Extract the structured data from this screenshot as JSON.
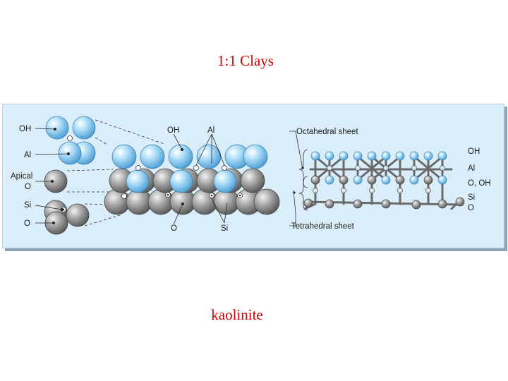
{
  "slide": {
    "title": "1:1 Clays",
    "caption": "kaolinite"
  },
  "legend": {
    "oh": "OH",
    "al": "Al",
    "apical_line1": "Apical",
    "apical_line2": "O",
    "si": "Si",
    "o": "O"
  },
  "middle": {
    "oh": "OH",
    "al": "Al",
    "o": "O",
    "si": "Si"
  },
  "right": {
    "octahedral_sheet": "Octahedral sheet",
    "tetrahedral_sheet": "Tetrahedral sheet",
    "oh": "OH",
    "al": "Al",
    "o_oh": "O, OH",
    "si": "Si",
    "o": "O"
  },
  "colors": {
    "title": "#cc0000",
    "panel": "#daeefa",
    "blue_atom": "#7ec2ee",
    "gray_atom": "#9a9a9a"
  }
}
